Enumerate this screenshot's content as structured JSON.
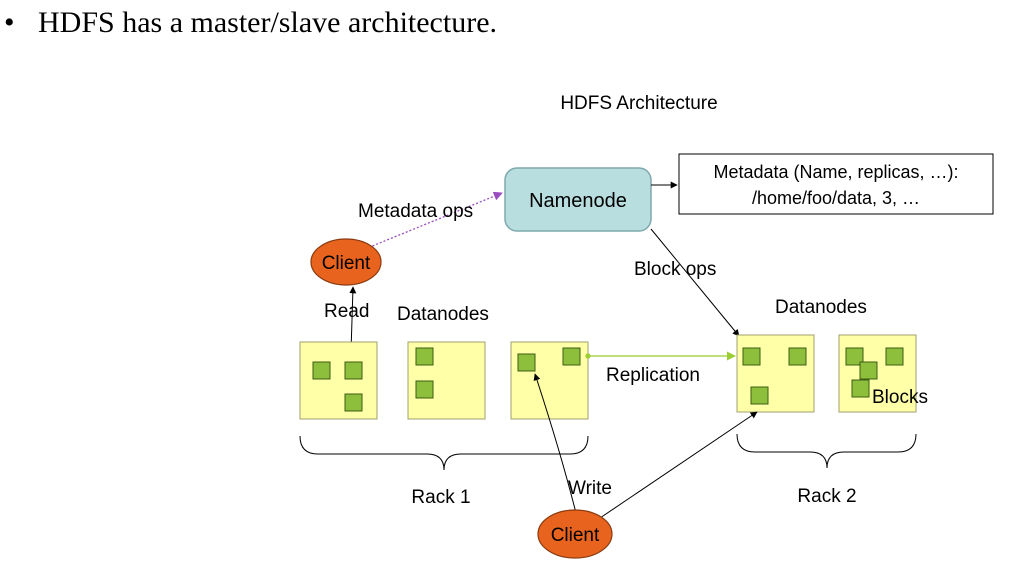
{
  "bullet": {
    "symbol": "•",
    "text": "HDFS has a master/slave architecture."
  },
  "diagram": {
    "title": "HDFS Architecture",
    "namenode_label": "Namenode",
    "metadata_box": {
      "line1": "Metadata (Name, replicas, …):",
      "line2": "/home/foo/data, 3, …"
    },
    "metadata_ops_label": "Metadata ops",
    "block_ops_label": "Block ops",
    "client_top_label": "Client",
    "client_bottom_label": "Client",
    "read_label": "Read",
    "write_label": "Write",
    "datanodes_left_label": "Datanodes",
    "datanodes_right_label": "Datanodes",
    "replication_label": "Replication",
    "blocks_label": "Blocks",
    "rack1_label": "Rack 1",
    "rack2_label": "Rack 2"
  },
  "colors": {
    "namenode_fill": "#b8dee0",
    "namenode_stroke": "#7ea9ad",
    "client_fill": "#e8641e",
    "client_stroke": "#8a3a10",
    "datanode_fill": "#ffffa8",
    "datanode_stroke": "#a0a070",
    "block_fill": "#8dbf3c",
    "block_stroke": "#3d5c14",
    "metadata_ops_arrow": "#9a4bbf",
    "replication_arrow": "#9acd32"
  }
}
